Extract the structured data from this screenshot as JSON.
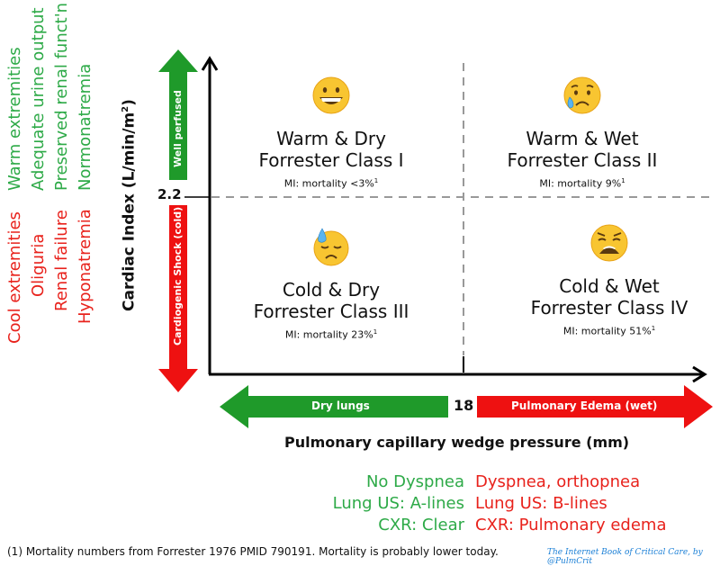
{
  "left_signs": {
    "warm": [
      "Warm extremities",
      "Adequate urine output",
      "Preserved renal funct'n",
      "Normonatremia"
    ],
    "cold": [
      "Cool extremities",
      "Oliguria",
      "Renal failure",
      "Hyponatremia"
    ]
  },
  "y_axis": {
    "label": "Cardiac Index (L/min/m",
    "label_sup": "2",
    "label_close": ")",
    "threshold": "2.2",
    "up_arrow_label": "Well perfused",
    "down_arrow_label": "Cardiogenic Shock (cold)"
  },
  "x_axis": {
    "label": "Pulmonary capillary wedge pressure (mm)",
    "threshold": "18",
    "left_arrow_label": "Dry lungs",
    "right_arrow_label": "Pulmonary Edema (wet)"
  },
  "quadrants": [
    {
      "id": "warm-dry",
      "emoji": "grinning-face-icon",
      "title1": "Warm & Dry",
      "title2": "Forrester Class I",
      "mortality": "MI: mortality <3%",
      "sup": "1"
    },
    {
      "id": "warm-wet",
      "emoji": "sad-tear-face-icon",
      "title1": "Warm & Wet",
      "title2": "Forrester Class II",
      "mortality": "MI:  mortality 9%",
      "sup": "1"
    },
    {
      "id": "cold-dry",
      "emoji": "downcast-sweat-face-icon",
      "title1": "Cold & Dry",
      "title2": "Forrester Class III",
      "mortality": "MI:  mortality 23%",
      "sup": "1"
    },
    {
      "id": "cold-wet",
      "emoji": "weary-face-icon",
      "title1": "Cold & Wet",
      "title2": "Forrester Class IV",
      "mortality": "MI:  mortality 51%",
      "sup": "1"
    }
  ],
  "lung_signs": {
    "dry": [
      "No Dyspnea",
      "Lung US:  A-lines",
      "CXR: Clear"
    ],
    "wet": [
      "Dyspnea, orthopnea",
      "Lung US: B-lines",
      "CXR: Pulmonary edema"
    ]
  },
  "footer": "(1) Mortality numbers from Forrester 1976 PMID 790191.  Mortality is probably lower today.",
  "credit": "The Internet Book of Critical Care, by @PulmCrit",
  "colors": {
    "green": "#2eaa48",
    "red": "#e8221c",
    "arrow_green": "#1f9a2a",
    "arrow_red": "#ee1111"
  }
}
